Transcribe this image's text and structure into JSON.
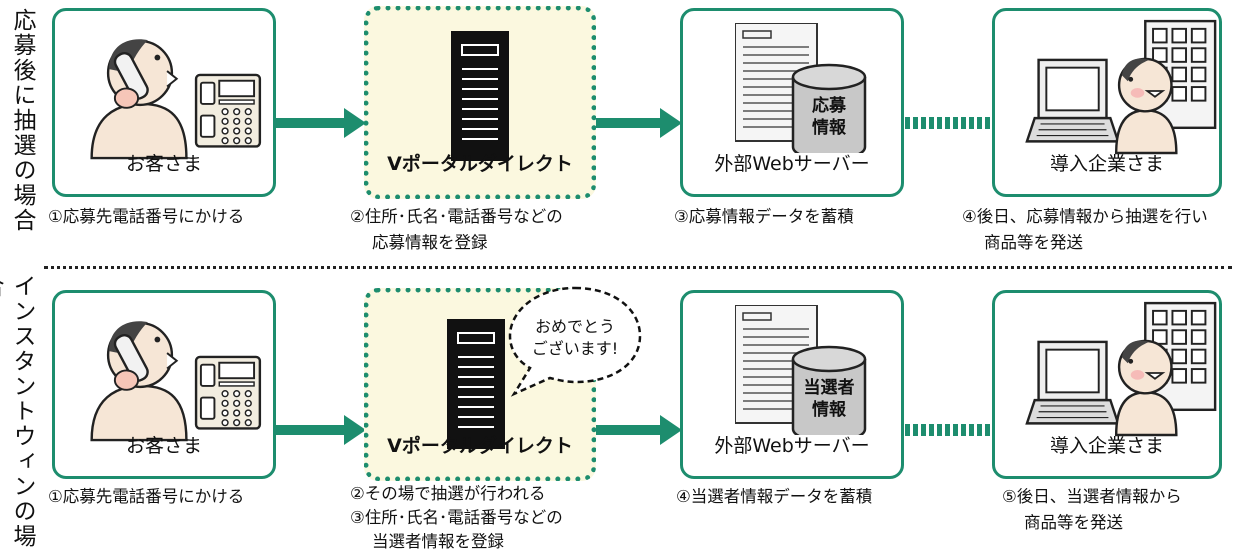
{
  "colors": {
    "accent": "#1d8d6e",
    "highlight_bg": "#fbf8df",
    "db_fill": "#c8c8c8"
  },
  "section1": {
    "side_label": "応募後に抽選の場合",
    "boxes": [
      {
        "label": "お客さま",
        "icon": "person-phone-icon"
      },
      {
        "label": "Vポータルダイレクト",
        "icon": "server-icon"
      },
      {
        "label": "外部Webサーバー",
        "icon": "web-server-database-icon",
        "db_label": [
          "応募",
          "情報"
        ]
      },
      {
        "label": "導入企業さま",
        "icon": "company-person-computer-icon"
      }
    ],
    "captions": [
      {
        "lines": [
          "①応募先電話番号にかける"
        ]
      },
      {
        "lines": [
          "②住所･氏名･電話番号などの",
          "応募情報を登録"
        ]
      },
      {
        "lines": [
          "③応募情報データを蓄積"
        ]
      },
      {
        "lines": [
          "④後日、応募情報から抽選を行い",
          "商品等を発送"
        ]
      }
    ]
  },
  "section2": {
    "side_label": "インスタントウィンの場合",
    "bubble": [
      "おめでとう",
      "ございます!"
    ],
    "boxes": [
      {
        "label": "お客さま",
        "icon": "person-phone-icon"
      },
      {
        "label": "Vポータルダイレクト",
        "icon": "server-icon"
      },
      {
        "label": "外部Webサーバー",
        "icon": "web-server-database-icon",
        "db_label": [
          "当選者",
          "情報"
        ]
      },
      {
        "label": "導入企業さま",
        "icon": "company-person-computer-icon"
      }
    ],
    "captions": [
      {
        "lines": [
          "①応募先電話番号にかける"
        ]
      },
      {
        "lines": [
          "②その場で抽選が行われる",
          "③住所･氏名･電話番号などの",
          "当選者情報を登録"
        ]
      },
      {
        "lines": [
          "④当選者情報データを蓄積"
        ]
      },
      {
        "lines": [
          "⑤後日、当選者情報から",
          "商品等を発送"
        ]
      }
    ]
  }
}
